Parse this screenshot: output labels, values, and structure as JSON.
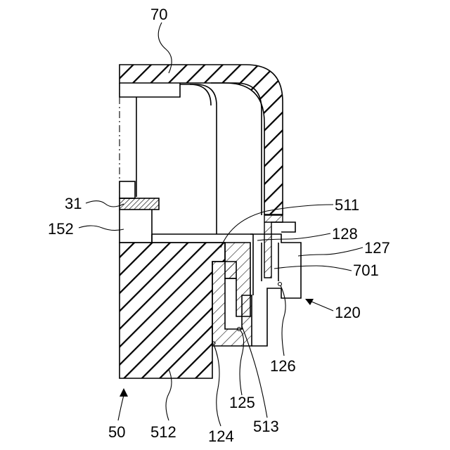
{
  "figure": {
    "labels": {
      "l70": "70",
      "l31": "31",
      "l152": "152",
      "l511": "511",
      "l128": "128",
      "l127": "127",
      "l701": "701",
      "l120": "120",
      "l126": "126",
      "l125": "125",
      "l513": "513",
      "l124": "124",
      "l512": "512",
      "l50": "50"
    }
  }
}
